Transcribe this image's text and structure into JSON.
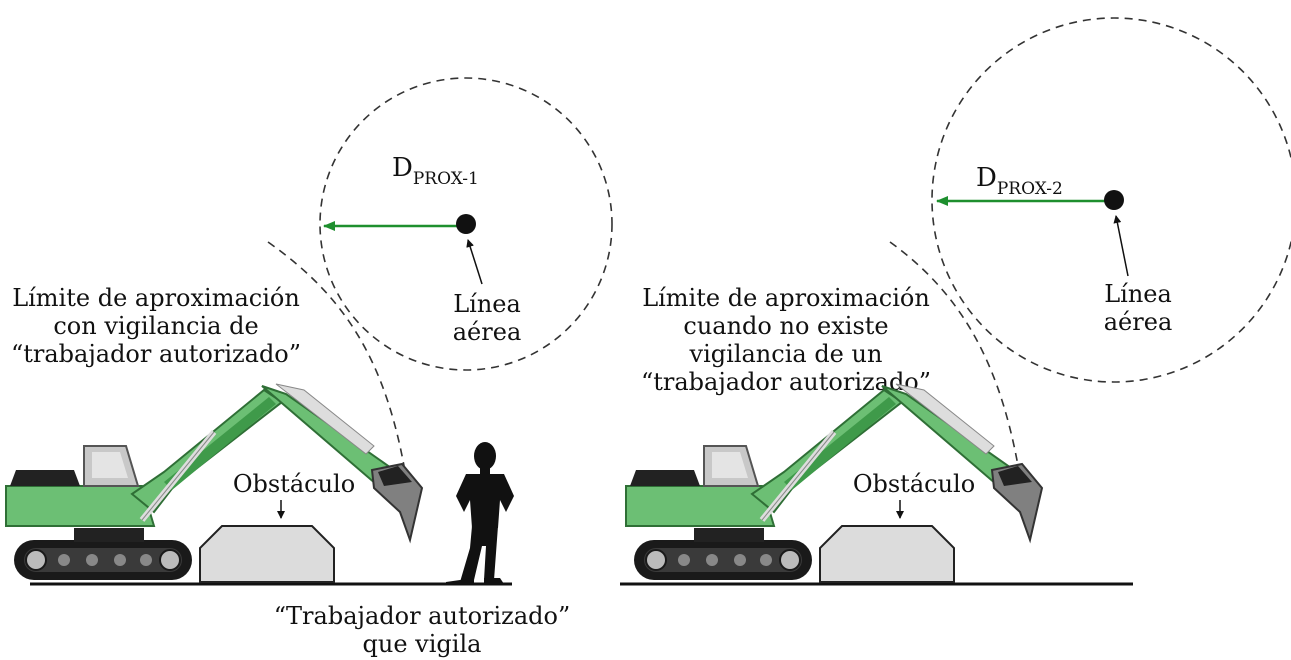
{
  "colors": {
    "arrow": "#1e8f2e",
    "excavator": "#6cbf74",
    "excavator_dark": "#3f9a4a",
    "obstacle": "#dcdcdc",
    "ground": "#111111",
    "cab": "#c8c8c8"
  },
  "left_panel": {
    "distance_label": "D",
    "distance_sub": "PROX-1",
    "line_label_1": "Línea",
    "line_label_2": "aérea",
    "boundary_label_1": "Límite de aproximación",
    "boundary_label_2": "con vigilancia de",
    "boundary_label_3": "“trabajador autorizado”",
    "obstacle_label": "Obstáculo",
    "worker_label_1": "“Trabajador autorizado”",
    "worker_label_2": "que vigila"
  },
  "right_panel": {
    "distance_label": "D",
    "distance_sub": "PROX-2",
    "line_label_1": "Línea",
    "line_label_2": "aérea",
    "boundary_label_1": "Límite de aproximación",
    "boundary_label_2": "cuando no existe",
    "boundary_label_3": "vigilancia de un",
    "boundary_label_4": "“trabajador autorizado”",
    "obstacle_label": "Obstáculo"
  }
}
